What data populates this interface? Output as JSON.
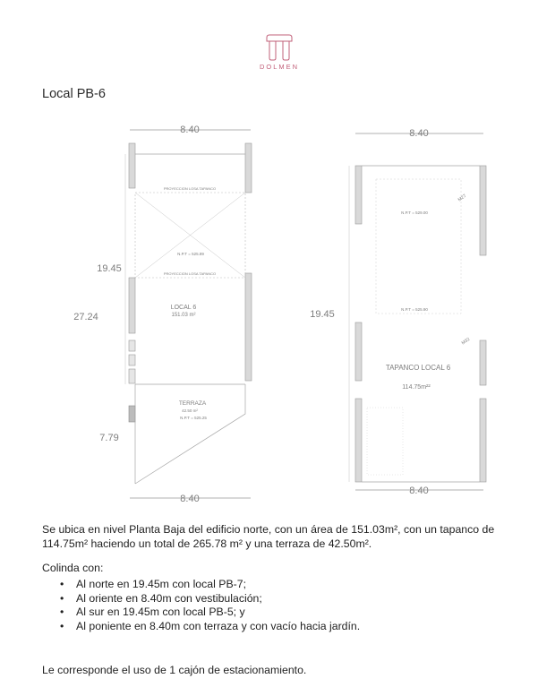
{
  "brand": {
    "name": "DOLMEN",
    "accent": "#c2607a"
  },
  "title": "Local PB-6",
  "plan_left": {
    "dim_top": "8.40",
    "dim_left_upper": "19.45",
    "dim_left_total": "27.24",
    "dim_left_lower": "7.79",
    "dim_bottom": "8.40",
    "proj_label_1": "PROYECCION LOSA TAPANCO",
    "proj_label_2": "PROYECCION LOSA TAPANCO",
    "npt_1": "N.P.T = 525.89",
    "room_name": "LOCAL 6",
    "room_area": "151.03 m²",
    "terrace_name": "TERRAZA",
    "terrace_area": "42.50 m²",
    "terrace_npt": "N.P.T = 525.25"
  },
  "plan_right": {
    "dim_top": "8.40",
    "dim_left": "19.45",
    "dim_bottom": "8.40",
    "npt_upper": "N.P.T = 529.00",
    "npt_lower": "N.P.T = 525.90",
    "tag_1": "M27",
    "tag_2": "M32",
    "room_name": "TAPANCO LOCAL 6",
    "room_area": "114.75m²²"
  },
  "description": "Se ubica en nivel Planta Baja del edificio norte, con un área de 151.03m², con un tapanco de 114.75m² haciendo un total de 265.78 m² y una terraza de 42.50m².",
  "colinda_label": "Colinda con:",
  "colinda_items": [
    "Al norte en 19.45m con local PB-7;",
    "Al oriente en 8.40m con vestibulación;",
    "Al sur en 19.45m con local PB-5; y",
    "Al poniente en 8.40m con terraza y con vacío hacia jardín."
  ],
  "footer": "Le corresponde el uso de 1 cajón de estacionamiento."
}
